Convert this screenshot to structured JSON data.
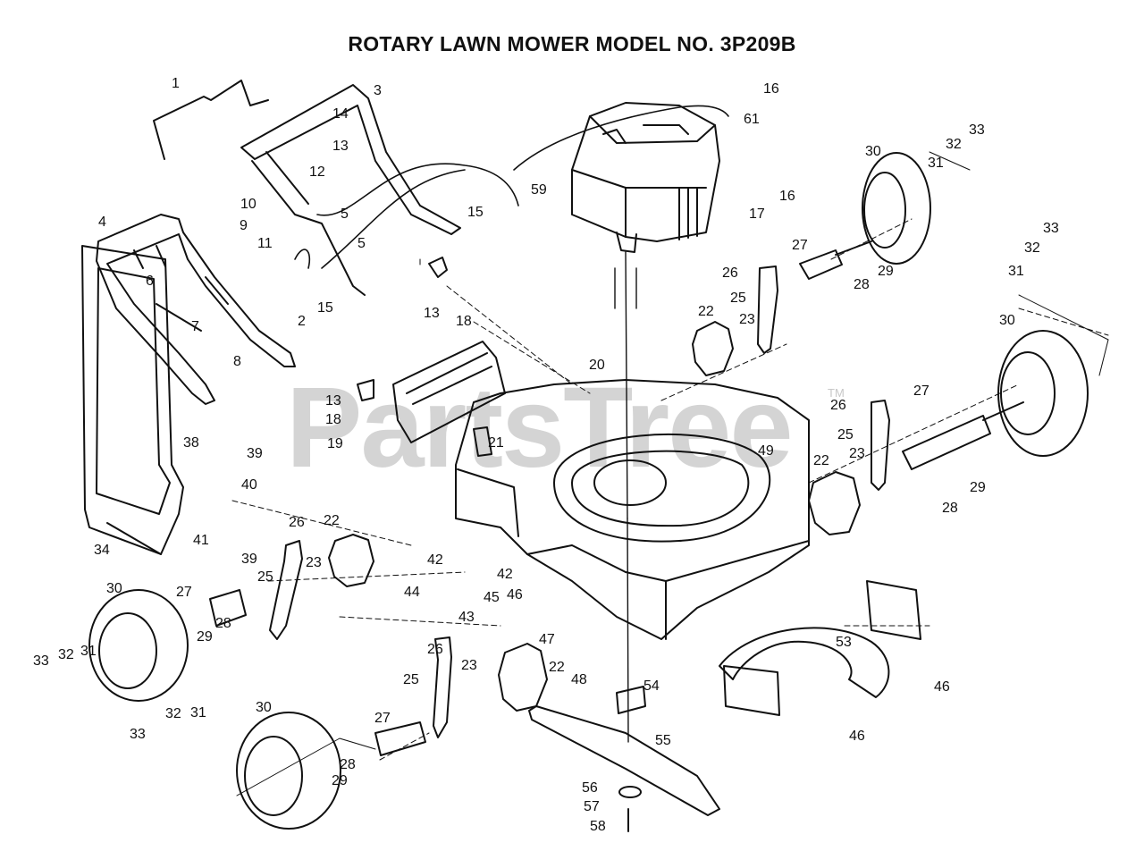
{
  "title": "ROTARY LAWN MOWER MODEL NO.  3P209B",
  "watermark": "PartsTree",
  "watermark_mark": "TM",
  "callouts": [
    "1",
    "3",
    "4",
    "5",
    "5",
    "6",
    "7",
    "8",
    "9",
    "10",
    "11",
    "12",
    "13",
    "14",
    "15",
    "15",
    "2",
    "16",
    "61",
    "59",
    "16",
    "17",
    "30",
    "32",
    "33",
    "31",
    "33",
    "32",
    "31",
    "30",
    "27",
    "26",
    "25",
    "28",
    "29",
    "22",
    "23",
    "13",
    "18",
    "20",
    "13",
    "18",
    "19",
    "21",
    "49",
    "26",
    "25",
    "27",
    "23",
    "22",
    "29",
    "28",
    "38",
    "39",
    "40",
    "41",
    "39",
    "34",
    "26",
    "22",
    "42",
    "42",
    "23",
    "25",
    "30",
    "27",
    "28",
    "29",
    "33",
    "32",
    "31",
    "44",
    "43",
    "45",
    "46",
    "47",
    "26",
    "23",
    "22",
    "25",
    "48",
    "54",
    "53",
    "46",
    "46",
    "55",
    "30",
    "32",
    "31",
    "33",
    "27",
    "28",
    "29",
    "56",
    "57",
    "58"
  ]
}
